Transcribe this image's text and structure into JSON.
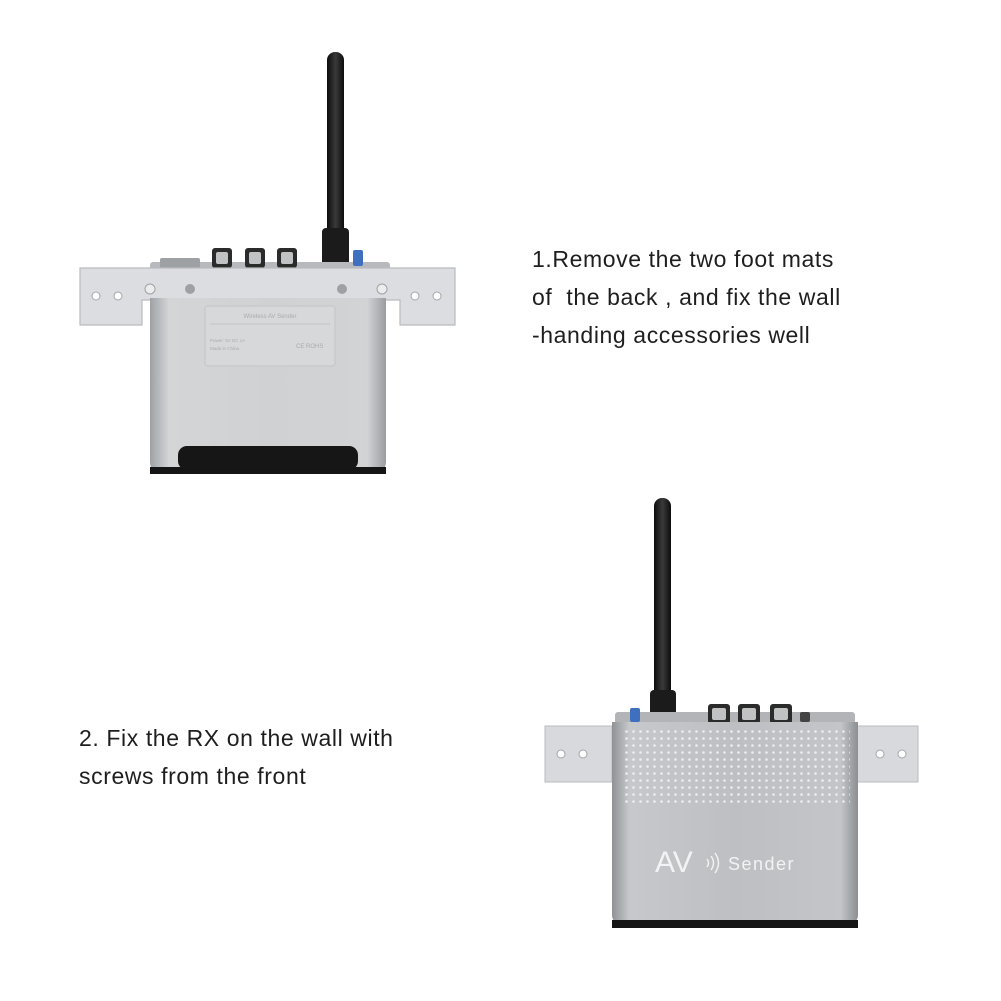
{
  "steps": [
    {
      "lines": [
        "1.Remove the two foot mats",
        "of  the back , and fix the wall",
        "-handing accessories well"
      ]
    },
    {
      "lines": [
        "2. Fix the RX on the wall with",
        "screws from the front"
      ]
    }
  ],
  "back_device": {
    "label_title": "Wireless AV Sender",
    "label_power": "Power: 5V DC 1A",
    "label_origin": "Made in China",
    "label_marks": "CE ROHS",
    "colors": {
      "body": "#c9cbcd",
      "bracket": "#dcdde0",
      "antenna": "#1a1a1a"
    }
  },
  "front_device": {
    "brand_av": "AV",
    "brand_sender": "Sender",
    "colors": {
      "body": "#b9bbbe",
      "bracket": "#d8d9dc",
      "antenna": "#1a1a1a"
    }
  }
}
